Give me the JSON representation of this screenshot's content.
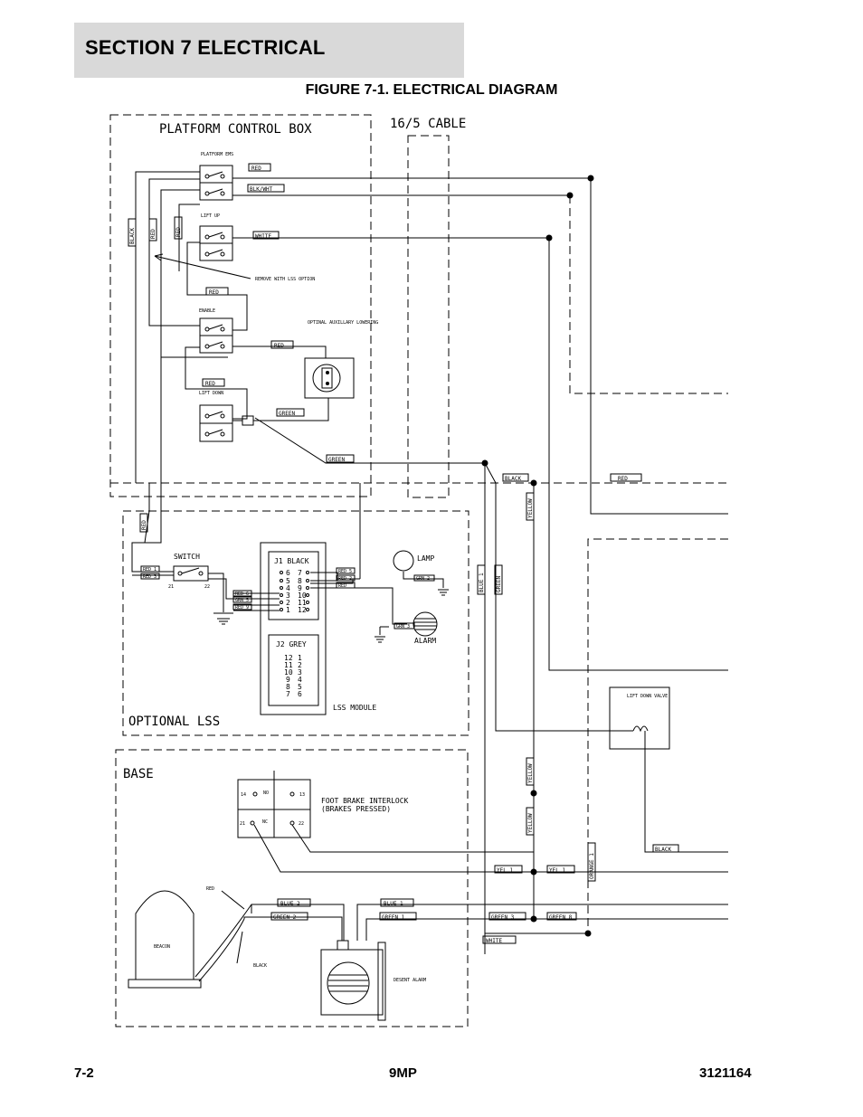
{
  "header": {
    "section_title": "SECTION 7   ELECTRICAL",
    "figure_title": "FIGURE 7-1. ELECTRICAL DIAGRAM"
  },
  "diagram": {
    "platform_box_title": "PLATFORM CONTROL BOX",
    "cable_label": "16/5 CABLE",
    "switch_platform_ems": "PLATFORM EMS",
    "switch_lift_up": "LIFT UP",
    "switch_enable": "ENABLE",
    "switch_lift_down": "LIFT DOWN",
    "remove_note": "REMOVE WITH LSS OPTION",
    "aux_lowering": "OPTINAL AUXILLARY LOWERING",
    "lss_title": "OPTIONAL LSS",
    "switch_label": "SWITCH",
    "j1_title": "J1 BLACK",
    "j1_left": [
      "6",
      "5",
      "4",
      "3",
      "2",
      "1"
    ],
    "j1_right": [
      "7",
      "8",
      "9",
      "10",
      "11",
      "12"
    ],
    "j2_title": "J2 GREY",
    "j2_left": [
      "12",
      "11",
      "10",
      "9",
      "8",
      "7"
    ],
    "j2_right": [
      "1",
      "2",
      "3",
      "4",
      "5",
      "6"
    ],
    "lss_module": "LSS MODULE",
    "lamp": "LAMP",
    "alarm": "ALARM",
    "pin_21": "21",
    "pin_22": "22",
    "base_title": "BASE",
    "foot_brake": "FOOT BRAKE INTERLOCK",
    "brakes_pressed": "(BRAKES PRESSED)",
    "fb_14": "14",
    "fb_13": "13",
    "fb_21": "21",
    "fb_22": "22",
    "fb_no": "NO",
    "fb_nc": "NC",
    "beacon": "BEACON",
    "descent_alarm": "DESENT ALARM",
    "lift_down_valve": "LIFT DOWN VALVE",
    "wires": {
      "red": "RED",
      "black": "BLACK",
      "white": "WHITE",
      "green": "GREEN",
      "blk_wht": "BLK/WHT",
      "yellow": "YELLOW",
      "blue1": "BLUE 1",
      "blue2": "BLUE 2",
      "green1": "GREEN 1",
      "green2": "GREEN 2",
      "green3": "GREEN 3",
      "green8": "GREEN 8",
      "yel1": "YEL 1",
      "orange1": "ORANGE 1",
      "yel1s": "YEL 1",
      "red3": "RED 3",
      "red6": "RED 6",
      "red9": "RED 9",
      "grn5": "GRN 5",
      "red1": "RED 1",
      "red5": "RED 5",
      "red2": "RED 2",
      "grn2": "GRN 2",
      "grn3": "GRN 3"
    }
  },
  "footer": {
    "page_number": "7-2",
    "model": "9MP",
    "doc_number": "3121164"
  }
}
